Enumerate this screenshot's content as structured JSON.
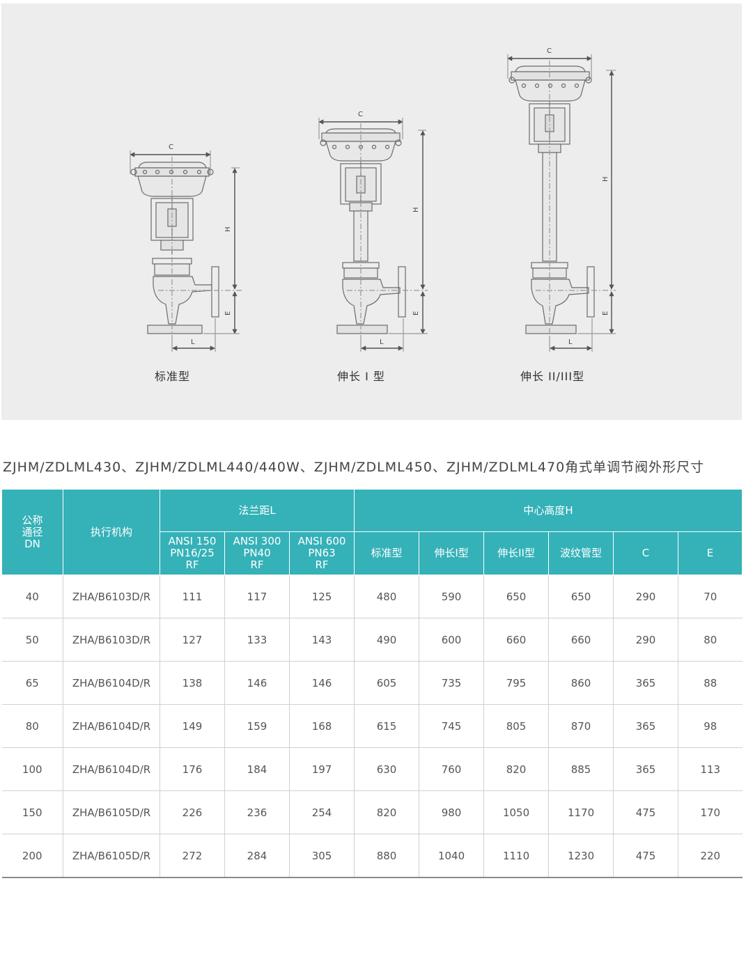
{
  "figures": {
    "captions": [
      "标准型",
      "伸长 I 型",
      "伸长 II/III型"
    ],
    "dimension_letters": {
      "c": "C",
      "h": "H",
      "e": "E",
      "l": "L"
    }
  },
  "table": {
    "title": "ZJHM/ZDLML430、ZJHM/ZDLML440/440W、ZJHM/ZDLML450、ZJHM/ZDLML470角式单调节阀外形尺寸",
    "headers": {
      "dn": [
        "公称",
        "通径",
        "DN"
      ],
      "actuator": "执行机构",
      "flange_group": "法兰距L",
      "height_group": "中心高度H",
      "flange_cols": [
        [
          "ANSI 150",
          "PN16/25",
          "RF"
        ],
        [
          "ANSI 300",
          "PN40",
          "RF"
        ],
        [
          "ANSI 600",
          "PN63",
          "RF"
        ]
      ],
      "height_cols": [
        "标准型",
        "伸长I型",
        "伸长II型",
        "波纹管型"
      ],
      "c": "C",
      "e": "E"
    },
    "rows": [
      [
        "40",
        "ZHA/B6103D/R",
        "111",
        "117",
        "125",
        "480",
        "590",
        "650",
        "650",
        "290",
        "70"
      ],
      [
        "50",
        "ZHA/B6103D/R",
        "127",
        "133",
        "143",
        "490",
        "600",
        "660",
        "660",
        "290",
        "80"
      ],
      [
        "65",
        "ZHA/B6104D/R",
        "138",
        "146",
        "146",
        "605",
        "735",
        "795",
        "860",
        "365",
        "88"
      ],
      [
        "80",
        "ZHA/B6104D/R",
        "149",
        "159",
        "168",
        "615",
        "745",
        "805",
        "870",
        "365",
        "98"
      ],
      [
        "100",
        "ZHA/B6104D/R",
        "176",
        "184",
        "197",
        "630",
        "760",
        "820",
        "885",
        "365",
        "113"
      ],
      [
        "150",
        "ZHA/B6105D/R",
        "226",
        "236",
        "254",
        "820",
        "980",
        "1050",
        "1170",
        "475",
        "170"
      ],
      [
        "200",
        "ZHA/B6105D/R",
        "272",
        "284",
        "305",
        "880",
        "1040",
        "1110",
        "1230",
        "475",
        "220"
      ]
    ]
  }
}
